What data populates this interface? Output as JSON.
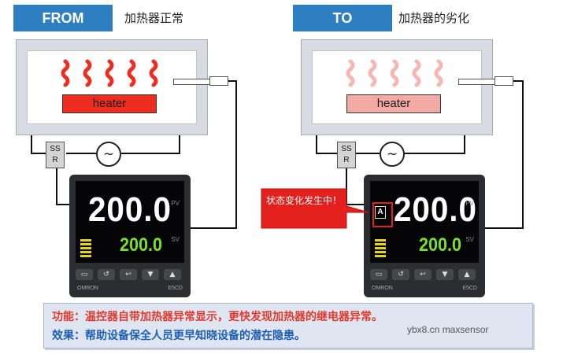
{
  "left": {
    "header": "FROM",
    "caption": "加热器正常",
    "heater_label": "heater",
    "ssr_label": "SS R",
    "ac_symbol": "~",
    "pv_value": "200.0",
    "sv_value": "200.0",
    "heater_color": "#ef2d1f",
    "wave_color": "#ef2d1f"
  },
  "right": {
    "header": "TO",
    "caption": "加热器的劣化",
    "heater_label": "heater",
    "ssr_label": "SS R",
    "ac_symbol": "~",
    "pv_value": "200.0",
    "sv_value": "200.0",
    "alarm_indicator": "A",
    "callout": "状态变化发生中！",
    "heater_color": "#f3a9a4",
    "wave_color": "#f6b7b1"
  },
  "controller": {
    "brand": "OMRON",
    "model": "E5CD",
    "pv_tag": "PV",
    "sv_tag": "SV",
    "keys": [
      "▭",
      "↺",
      "↩",
      "▼",
      "▲"
    ]
  },
  "footer": {
    "line1": "功能：温控器自带加热器异常显示，更快发现加热器的继电器异常。",
    "line2": "效果：帮助设备保全人员更早知晓设备的潜在隐患。",
    "watermark": "ybx8.cn maxsensor",
    "line1_color": "#e03a2e",
    "line2_color": "#1f5fb0"
  }
}
